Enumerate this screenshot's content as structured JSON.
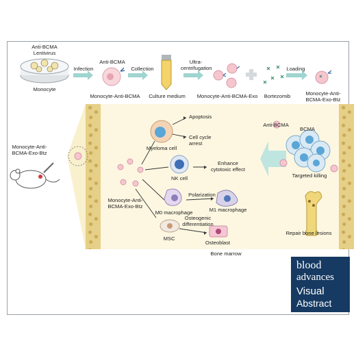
{
  "top": {
    "lentivirus": "Anti-BCMA\nLentivirus",
    "monocyte": "Monocyte",
    "infection": "Infection",
    "anti_bcma": "Anti-BCMA",
    "monocyte_anti_bcma": "Monocyte-Anti-BCMA",
    "collection": "Collection",
    "culture_medium": "Culture medium",
    "ultra": "Ultra-\ncentrifugation",
    "exo": "Monocyte-Anti-BCMA-Exo",
    "bortezomib": "Bortezomib",
    "loading": "Loading",
    "exo_btz": "Monocyte-Anti-\nBCMA-Exo-Btz"
  },
  "left": {
    "mouse_label": "Monocyte-Anti-\nBCMA-Exo-Btz"
  },
  "marrow": {
    "apoptosis": "Apoptosis",
    "cell_cycle_arrest": "Cell cycle\narrest",
    "myeloma_cell": "Myeloma cell",
    "nk_cell": "NK cell",
    "enhance": "Enhance\ncytotoxic effect",
    "exo_btz": "Monocyte-Anti-\nBCMA-Exo-Btz",
    "m0": "M0 macrophage",
    "polarization": "Polarization",
    "m1": "M1 macrophage",
    "osteogenic": "Osteogenic\ndifferentiation",
    "msc": "MSC",
    "osteoblast": "Osteoblast",
    "bone_marrow": "Bone marrow",
    "anti_bcma": "Anti-BCMA",
    "bcma": "BCMA",
    "targeted_killing": "Targeted killing",
    "repair": "Repair bone lesions"
  },
  "logo": {
    "blood": "blood",
    "advances": "advances",
    "visual": "Visual",
    "abstract": "Abstract"
  },
  "colors": {
    "arrow_teal": "#9fd4d0",
    "bone": "#e6cf86",
    "marrow_bg": "#fdf7e1",
    "logo_bg": "#163a62",
    "myeloma_blue": "#5aa6d6",
    "nk_blue": "#3f6fb5",
    "pink_cell": "#f6c6cf"
  }
}
